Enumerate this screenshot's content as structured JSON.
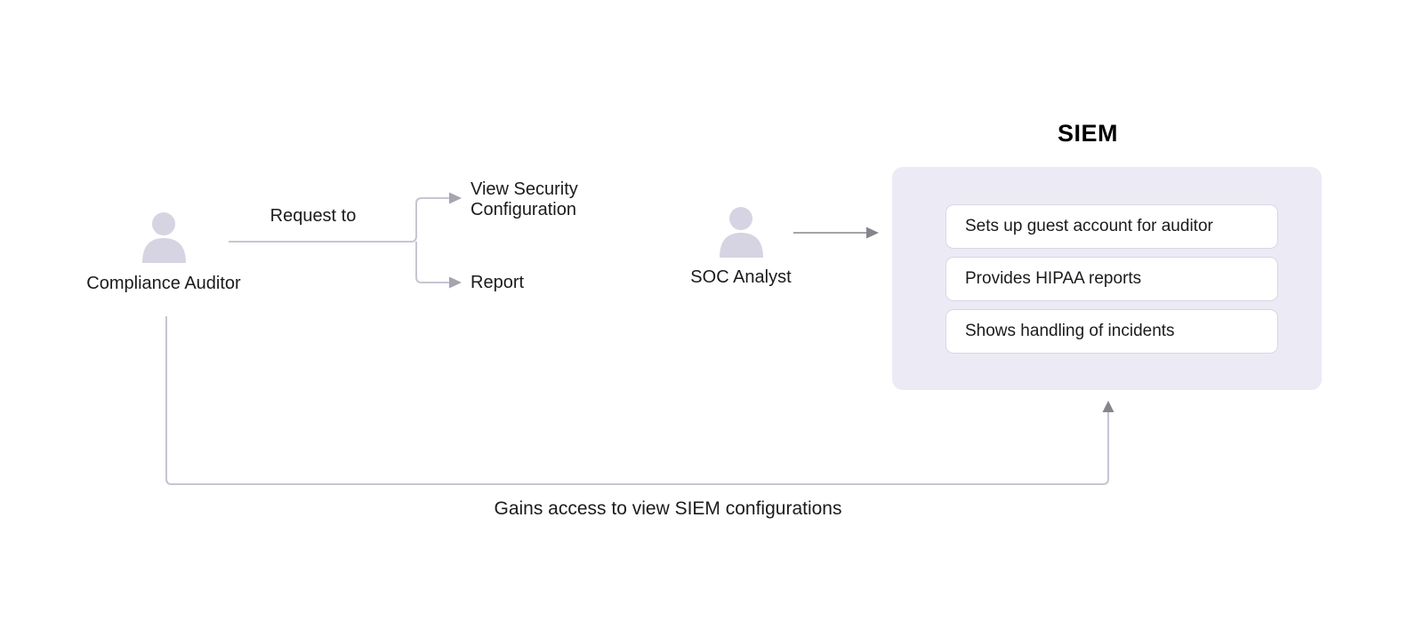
{
  "colors": {
    "person_icon": "#d6d4e2",
    "siem_box": "#eceaf4",
    "card_bg": "#ffffff",
    "card_border": "#d9d6e8",
    "line": "#c7c5d1",
    "arrow_light": "#a6a4ae",
    "arrow_dark": "#85858d",
    "text": "#1b1b1e"
  },
  "auditor": {
    "label": "Compliance Auditor"
  },
  "analyst": {
    "label": "SOC Analyst"
  },
  "request_edge": {
    "label": "Request to",
    "target1": "View Security Configuration",
    "target2": "Report"
  },
  "siem": {
    "title": "SIEM",
    "actions": [
      "Sets up guest account for auditor",
      "Provides HIPAA reports",
      "Shows handling of incidents"
    ]
  },
  "access_edge": {
    "label": "Gains access to view SIEM configurations"
  }
}
